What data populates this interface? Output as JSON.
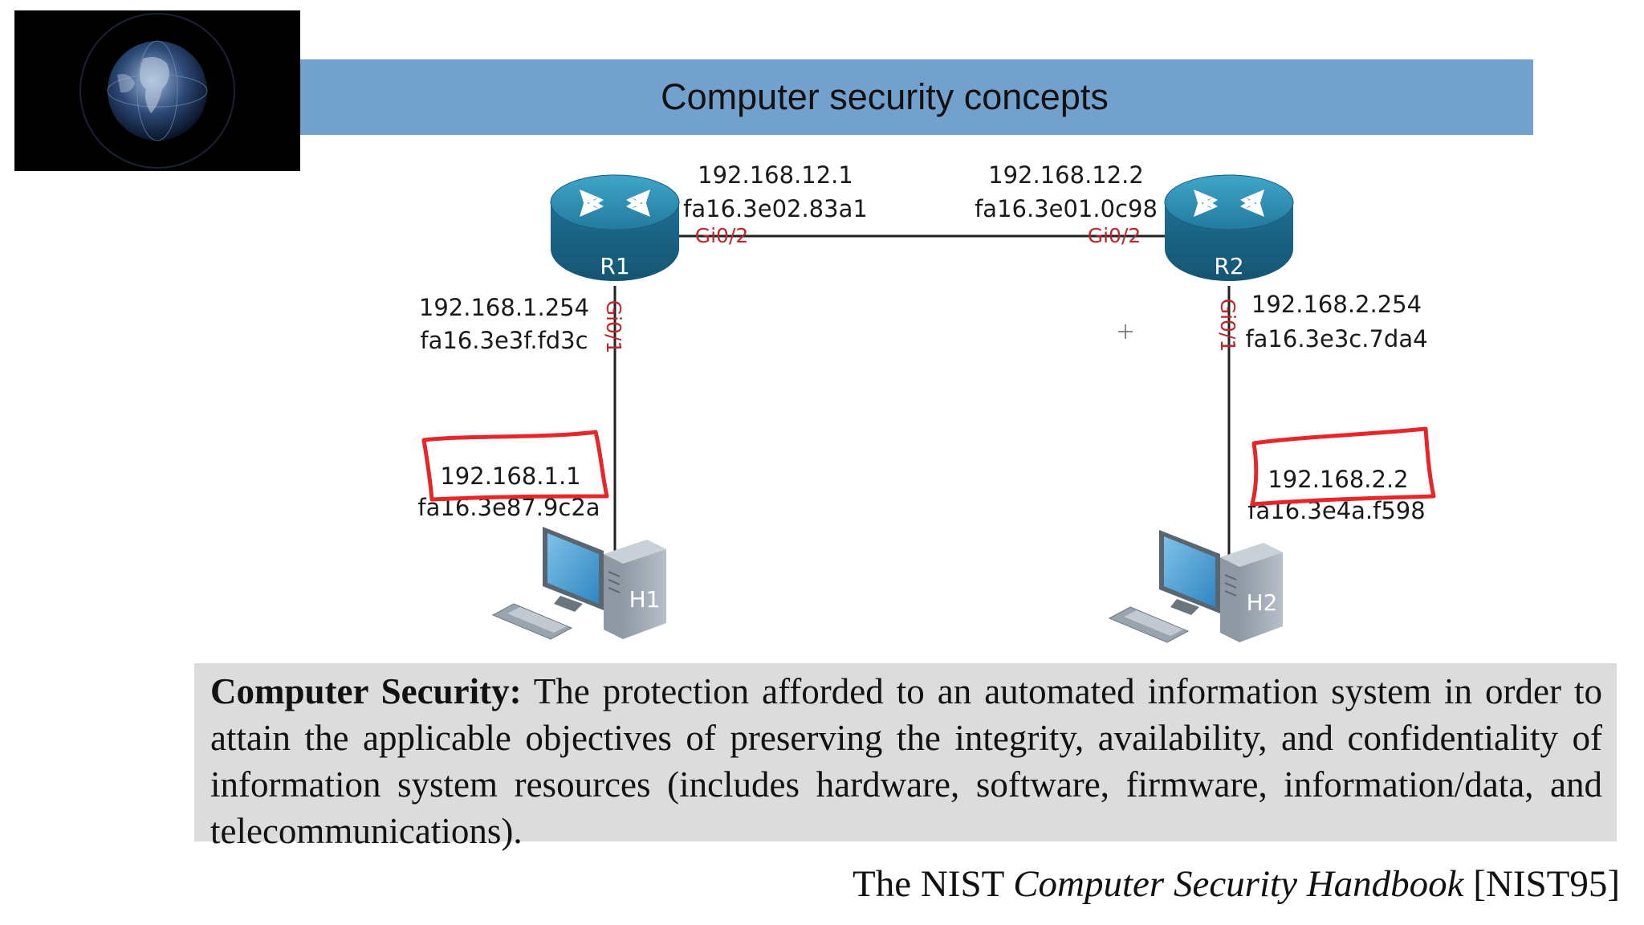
{
  "slide": {
    "title": "Computer security concepts"
  },
  "diagram": {
    "routers": [
      {
        "name": "R1"
      },
      {
        "name": "R2"
      }
    ],
    "hosts": [
      {
        "name": "H1",
        "ip": "192.168.1.1",
        "mac": "fa16.3e87.9c2a"
      },
      {
        "name": "H2",
        "ip": "192.168.2.2",
        "mac": "fa16.3e4a.f598"
      }
    ],
    "links": {
      "r1_r2": {
        "r1_ip": "192.168.12.1",
        "r1_mac": "fa16.3e02.83a1",
        "r1_port": "Gi0/2",
        "r2_ip": "192.168.12.2",
        "r2_mac": "fa16.3e01.0c98",
        "r2_port": "Gi0/2"
      },
      "r1_h1": {
        "ip": "192.168.1.254",
        "mac": "fa16.3e3f.fd3c",
        "port": "Gi0/1"
      },
      "r2_h2": {
        "ip": "192.168.2.254",
        "mac": "fa16.3e3c.7da4",
        "port": "Gi0/1"
      }
    },
    "colors": {
      "router_body": "#2f8fb3",
      "port_label": "#c0242c",
      "annotation_box": "#e8262a"
    }
  },
  "definition": {
    "term": "Computer Security:",
    "text": " The protection afforded to an automated information system in order to attain the applicable objectives of preserving the integrity, availability, and confidentiality of information system resources (includes hardware, software, firmware, information/data, and telecommunications)."
  },
  "citation": {
    "prefix": "The NIST ",
    "title": "Computer Security Handbook",
    "suffix": " [NIST95]"
  },
  "colors": {
    "title_band": "#72a1cd",
    "definition_bg": "#dcdcdc"
  }
}
